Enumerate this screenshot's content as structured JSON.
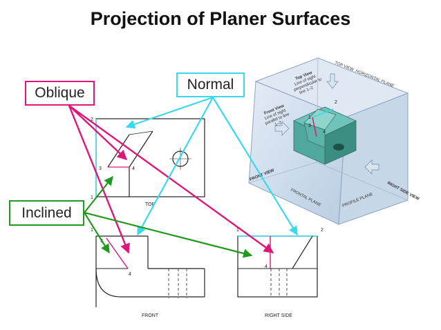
{
  "title": "Projection of Planer Surfaces",
  "labels": {
    "oblique": "Oblique",
    "normal": "Normal",
    "inclined": "Inclined"
  },
  "views": {
    "top": "TOP",
    "front": "FRONT",
    "right_side": "RIGHT SIDE"
  },
  "points": {
    "p1": "1",
    "p2": "2",
    "p3": "3",
    "p4": "4"
  },
  "iso": {
    "top_view": "TOP VIEW",
    "horizontal_plane": "HORIZONTAL PLANE",
    "top_view_caption_title": "Top View",
    "top_view_caption_l1": "Line of sight",
    "top_view_caption_l2": "perpendicular to",
    "top_view_caption_l3": "line 1–2",
    "front_view_caption_title": "Front View",
    "front_view_caption_l1": "Line of sight",
    "front_view_caption_l2": "parallel to line",
    "front_view_caption_l3": "1–2",
    "front_view": "FRONT VIEW",
    "frontal_plane": "FRONTAL PLANE",
    "profile_plane": "PROFILE PLANE",
    "right_side_view": "RIGHT SIDE VIEW"
  },
  "colors": {
    "oblique": "#e0157a",
    "normal": "#38d8ee",
    "inclined": "#1f9a1f"
  }
}
